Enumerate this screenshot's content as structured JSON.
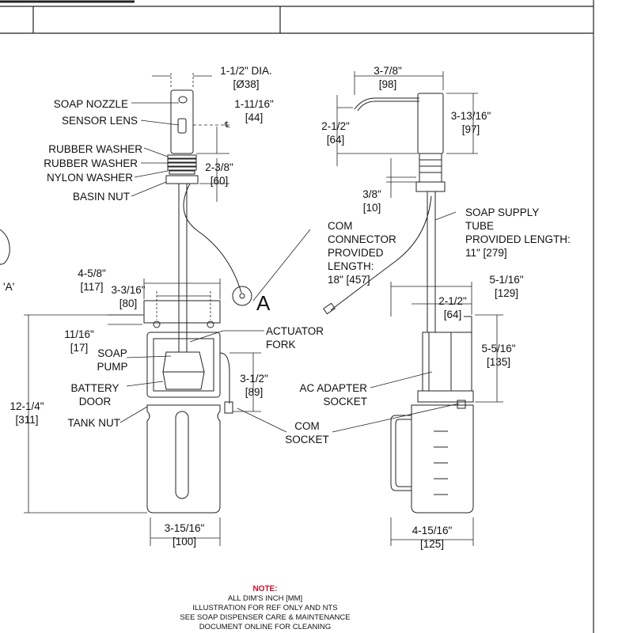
{
  "labels": {
    "dia_top": "1-1/2\" DIA.",
    "dia_bot": "[Ø38]",
    "soap_nozzle": "SOAP NOZZLE",
    "sensor_lens": "SENSOR LENS",
    "d_1_11_16": "1-11/16\"",
    "d_44": "[44]",
    "rubber_washer_1": "RUBBER WASHER",
    "rubber_washer_2": "RUBBER WASHER",
    "nylon_washer": "NYLON WASHER",
    "basin_nut": "BASIN NUT",
    "d_2_3_8": "2-3/8\"",
    "d_60": "[60]",
    "d_3_7_8": "3-7/8\"",
    "d_98": "[98]",
    "d_2_1_2_a": "2-1/2\"",
    "d_64_a": "[64]",
    "d_3_13_16": "3-13/16\"",
    "d_97": "[97]",
    "d_3_8": "3/8\"",
    "d_10": "[10]",
    "com_connector": "COM\nCONNECTOR\nPROVIDED\nLENGTH:\n18\" [457]",
    "soap_supply": "SOAP SUPPLY\nTUBE\nPROVIDED LENGTH:\n11\" [279]",
    "d_4_5_8": "4-5/8\"",
    "d_117": "[117]",
    "d_3_3_16": "3-3/16\"",
    "d_80": "[80]",
    "detail_a": "A",
    "detail_ref": "'A'",
    "d_5_1_16": "5-1/16\"",
    "d_129": "[129]",
    "d_2_1_2_b": "2-1/2\"",
    "d_64_b": "[64]",
    "d_11_16": "11/16\"",
    "d_17": "[17]",
    "actuator": "ACTUATOR\nFORK",
    "soap_pump": "SOAP\nPUMP",
    "d_5_5_16": "5-5/16\"",
    "d_135": "[135]",
    "d_3_1_2": "3-1/2\"",
    "d_89": "[89]",
    "battery_door": "BATTERY\nDOOR",
    "ac_adapter": "AC ADAPTER\nSOCKET",
    "d_12_1_4": "12-1/4\"",
    "d_311": "[311]",
    "tank_nut": "TANK NUT",
    "com_socket": "COM\nSOCKET",
    "d_3_15_16": "3-15/16\"",
    "d_100": "[100]",
    "d_4_15_16": "4-15/16\"",
    "d_125": "[125]",
    "cl": "℄"
  },
  "note": {
    "title": "NOTE:",
    "lines": [
      "ALL DIM'S INCH [MM]",
      "ILLUSTRATION FOR REF ONLY AND NTS",
      "SEE SOAP DISPENSER CARE & MAINTENANCE",
      "DOCUMENT ONLINE FOR CLEANING"
    ]
  },
  "colors": {
    "line": "#222222",
    "note_title": "#c8102e"
  }
}
